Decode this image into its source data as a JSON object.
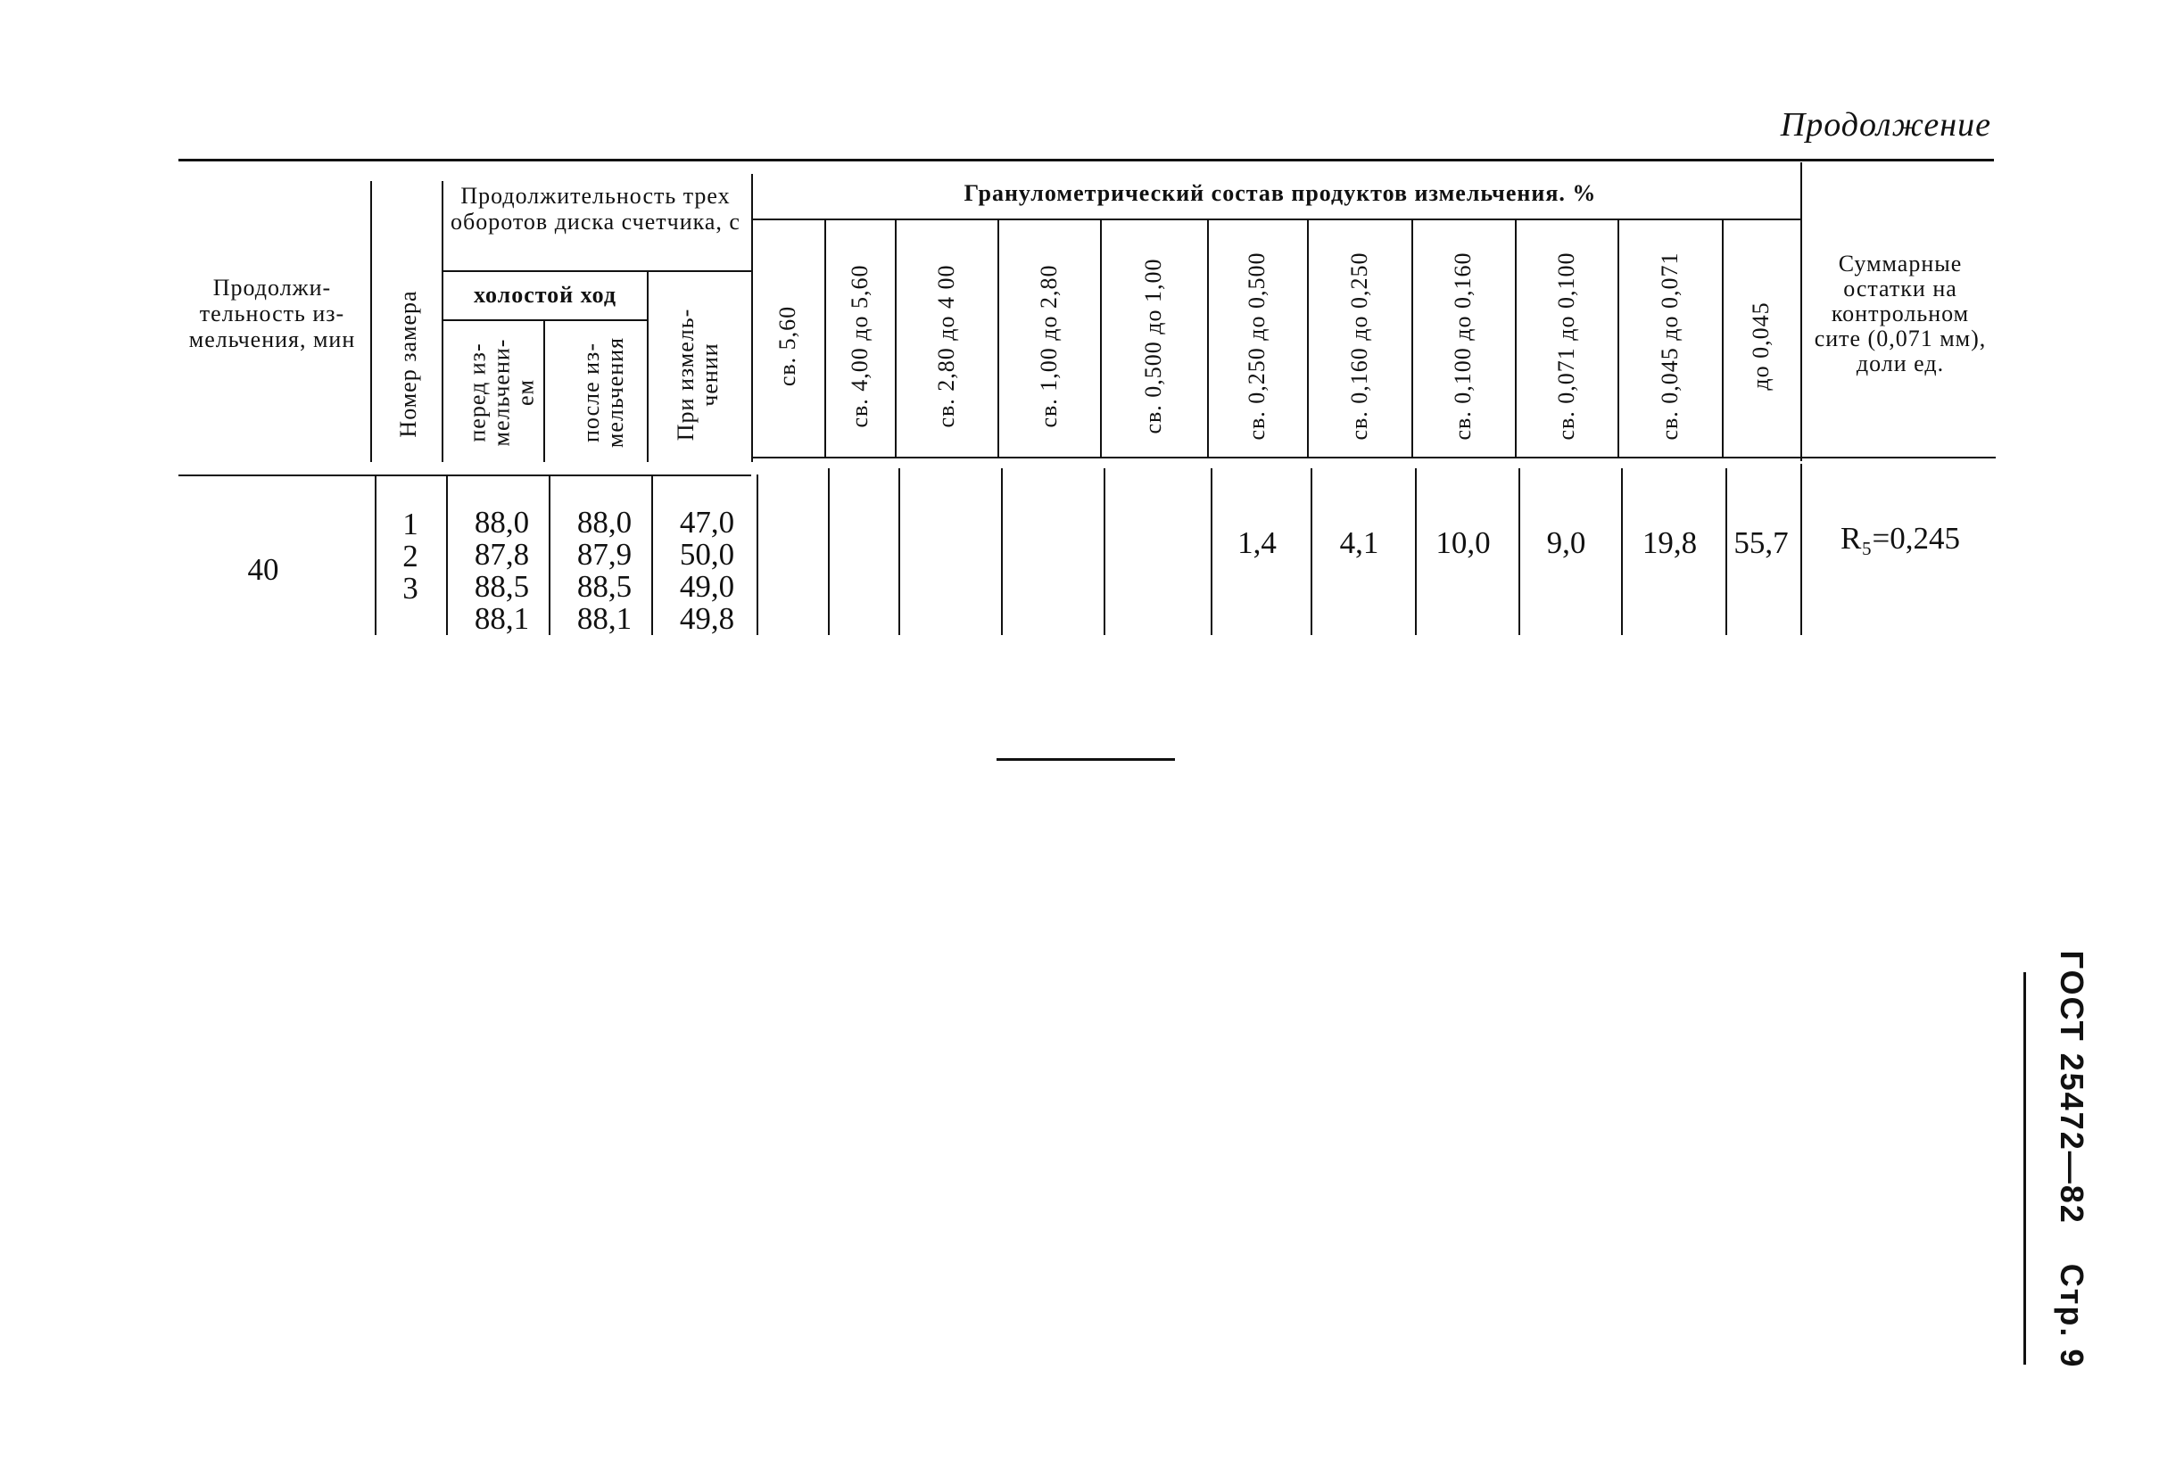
{
  "caption": "Продолжение",
  "table": {
    "col_duration": "Продолжи- тельность из- мельчения, мин",
    "col_number": "Номер замера",
    "col_revolutions": "Продолжительность трех оборотов диска счетчика, с",
    "col_idle": "холостой ход",
    "col_before": "перед из- мельчени- ем",
    "col_after": "после из- мельчения",
    "col_during": "При измель- чении",
    "col_granulometric": "Гранулометрический состав продуктов измельчения. %",
    "fractions": [
      "св. 5,60",
      "св. 4,00 до 5,60",
      "св. 2,80 до 4 00",
      "св. 1,00 до 2,80",
      "св. 0,500 до 1,00",
      "св. 0,250 до 0,500",
      "св. 0,160 до 0,250",
      "св. 0,100 до 0,160",
      "св. 0,071 до 0,100",
      "св. 0,045 до 0,071",
      "до 0,045"
    ],
    "col_residue": "Суммарные остатки на контрольном сите (0,071 мм), доли ед.",
    "row": {
      "duration": "40",
      "numbers": [
        "1",
        "2",
        "3"
      ],
      "before": [
        "88,0",
        "87,8",
        "88,5",
        "88,1"
      ],
      "after": [
        "88,0",
        "87,9",
        "88,5",
        "88,1"
      ],
      "during": [
        "47,0",
        "50,0",
        "49,0",
        "49,8"
      ],
      "fractions": [
        "",
        "",
        "",
        "",
        "",
        "1,4",
        "4,1",
        "10,0",
        "9,0",
        "19,8",
        "55,7"
      ],
      "residue": "R₅=0,245"
    }
  },
  "side_label": {
    "standard": "ГОСТ 25472—82",
    "page": "Стр. 9"
  }
}
